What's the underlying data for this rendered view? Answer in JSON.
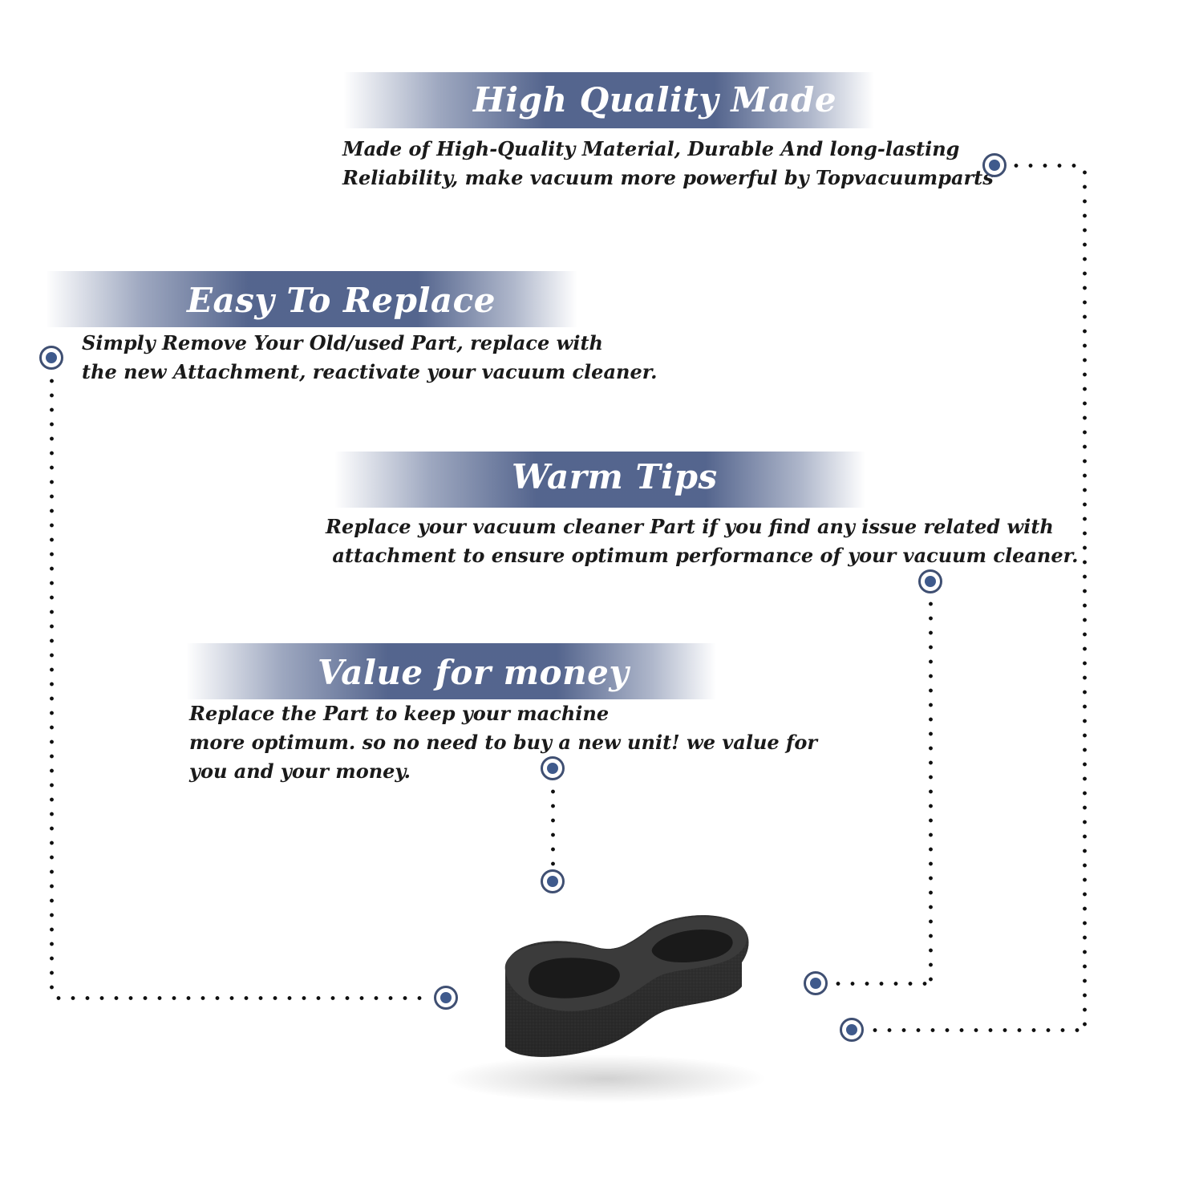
{
  "sections": [
    {
      "title": "High Quality Made",
      "lines": [
        "Made of  High-Quality Material, Durable And long-lasting",
        "Reliability, make vacuum more powerful by Topvacuumparts"
      ]
    },
    {
      "title": "Easy To Replace",
      "lines": [
        "Simply Remove Your Old/used Part, replace with",
        "the new Attachment, reactivate your vacuum cleaner."
      ]
    },
    {
      "title": "Warm Tips",
      "lines": [
        "Replace your vacuum cleaner Part if you find any issue related with",
        " attachment to ensure optimum performance of your vacuum cleaner."
      ]
    },
    {
      "title": "Value for money",
      "lines": [
        "Replace the Part to keep your machine",
        "more optimum. so no need to buy a new unit! we value for",
        "you and your money."
      ]
    }
  ],
  "colors": {
    "banner": "#465884",
    "marker": "#3f5a8c",
    "text": "#1a1a1a",
    "product": "#2b2b2b"
  }
}
